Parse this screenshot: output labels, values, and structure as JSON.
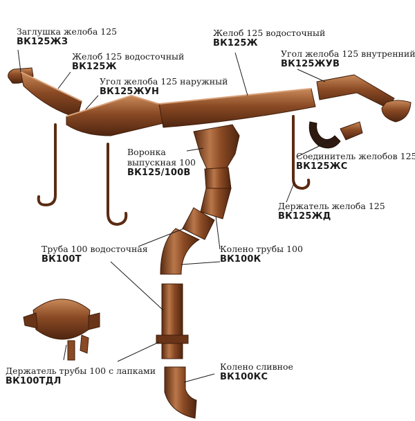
{
  "colors": {
    "copper": "#8a4a24",
    "copper_light": "#b9774a",
    "copper_dark": "#4f2510",
    "leader": "#1a1a1a"
  },
  "labels": {
    "cap": {
      "name": "Заглушка желоба 125",
      "code": "ВК125ЖЗ"
    },
    "gutter_left": {
      "name": "Желоб 125 водосточный",
      "code": "ВК125Ж"
    },
    "corner_out": {
      "name": "Угол желоба 125 наружный",
      "code": "ВК125ЖУН"
    },
    "gutter_top": {
      "name": "Желоб 125 водосточный",
      "code": "ВК125Ж"
    },
    "corner_in": {
      "name": "Угол желоба 125 внутренний",
      "code": "ВК125ЖУВ"
    },
    "funnel": {
      "name1": "Воронка",
      "name2": "выпускная 100",
      "code": "ВК125/100В"
    },
    "connector": {
      "name": "Соединитель желобов 125",
      "code": "ВК125ЖС"
    },
    "gutter_holder": {
      "name": "Держатель желоба 125",
      "code": "ВК125ЖД"
    },
    "pipe": {
      "name": "Труба 100 водосточная",
      "code": "ВК100Т"
    },
    "elbow": {
      "name": "Колено трубы 100",
      "code": "ВК100К"
    },
    "pipe_holder": {
      "name": "Держатель трубы 100 с лапками",
      "code": "ВК100ТДЛ"
    },
    "drain_elbow": {
      "name": "Колено сливное",
      "code": "ВК100КС"
    }
  }
}
